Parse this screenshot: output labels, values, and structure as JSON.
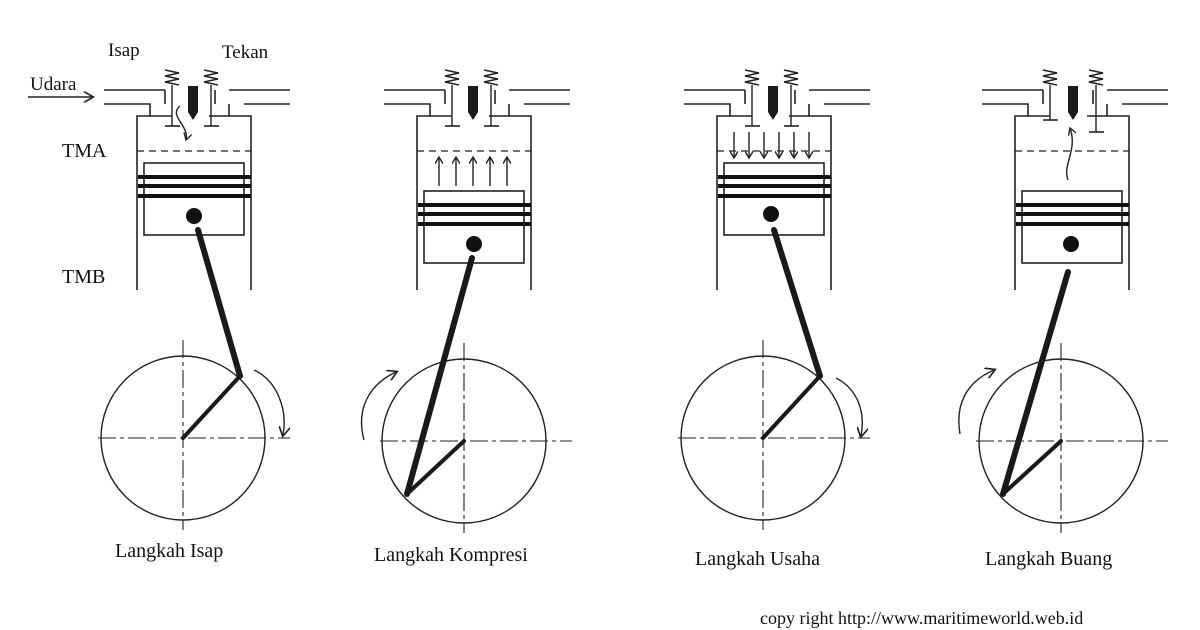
{
  "labels": {
    "intake_valve": "Isap",
    "exhaust_valve": "Tekan",
    "air": "Udara",
    "tdc": "TMA",
    "bdc": "TMB"
  },
  "strokes": [
    {
      "caption": "Langkah Isap",
      "motion": "down",
      "flow": "intake-curl"
    },
    {
      "caption": "Langkah Kompresi",
      "motion": "up",
      "flow": "up-arrows"
    },
    {
      "caption": "Langkah Usaha",
      "motion": "down",
      "flow": "down-arrows"
    },
    {
      "caption": "Langkah Buang",
      "motion": "up",
      "flow": "exhaust-curl"
    }
  ],
  "footer": {
    "copyright": "copy right http://www.maritimeworld.web.id"
  },
  "icons": [
    "valve-spring-icon",
    "injector-icon",
    "rotation-arrow-icon"
  ]
}
